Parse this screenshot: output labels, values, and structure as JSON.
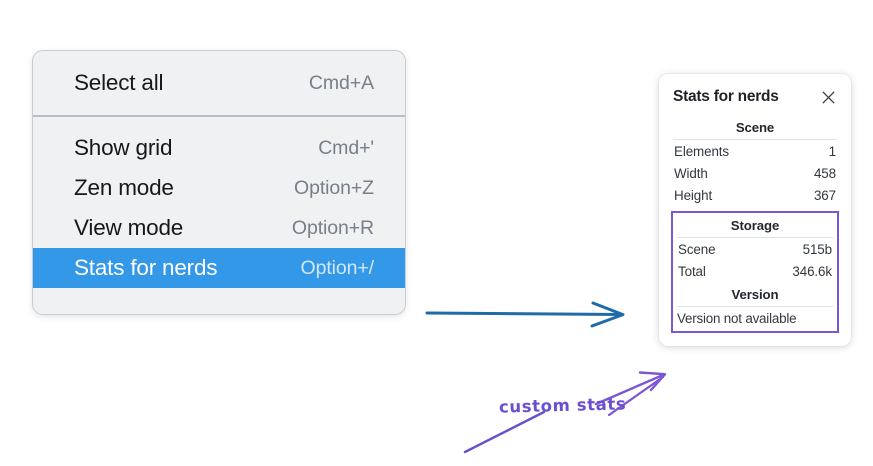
{
  "menu": {
    "groups": [
      {
        "name": "group-top",
        "items": [
          {
            "label": "Select all",
            "shortcut": "Cmd+A",
            "selected": false
          }
        ]
      },
      {
        "name": "group-bottom",
        "items": [
          {
            "label": "Show grid",
            "shortcut": "Cmd+'",
            "selected": false
          },
          {
            "label": "Zen mode",
            "shortcut": "Option+Z",
            "selected": false
          },
          {
            "label": "View mode",
            "shortcut": "Option+R",
            "selected": false
          },
          {
            "label": "Stats for nerds",
            "shortcut": "Option+/",
            "selected": true
          }
        ]
      }
    ],
    "highlight_color": "#3498e8"
  },
  "stats_panel": {
    "title": "Stats for nerds",
    "close_icon": "close-icon",
    "scene": {
      "heading": "Scene",
      "rows": [
        {
          "key": "Elements",
          "value": "1"
        },
        {
          "key": "Width",
          "value": "458"
        },
        {
          "key": "Height",
          "value": "367"
        }
      ]
    },
    "custom": {
      "border_color": "#7b56d6",
      "storage": {
        "heading": "Storage",
        "rows": [
          {
            "key": "Scene",
            "value": "515b"
          },
          {
            "key": "Total",
            "value": "346.6k"
          }
        ]
      },
      "version": {
        "heading": "Version",
        "text": "Version not available"
      }
    }
  },
  "annotations": {
    "blue_arrow": {
      "name": "blue-arrow",
      "color": "#1f6ba8"
    },
    "custom_stats_label": {
      "text": "custom stats",
      "color": "#6b4fd0"
    },
    "purple_arrow_upper": {
      "name": "purple-arrow-upper",
      "color": "#7b56d6"
    },
    "purple_arrow_lower": {
      "name": "purple-arrow-lower",
      "color": "#6b4fd0"
    }
  }
}
